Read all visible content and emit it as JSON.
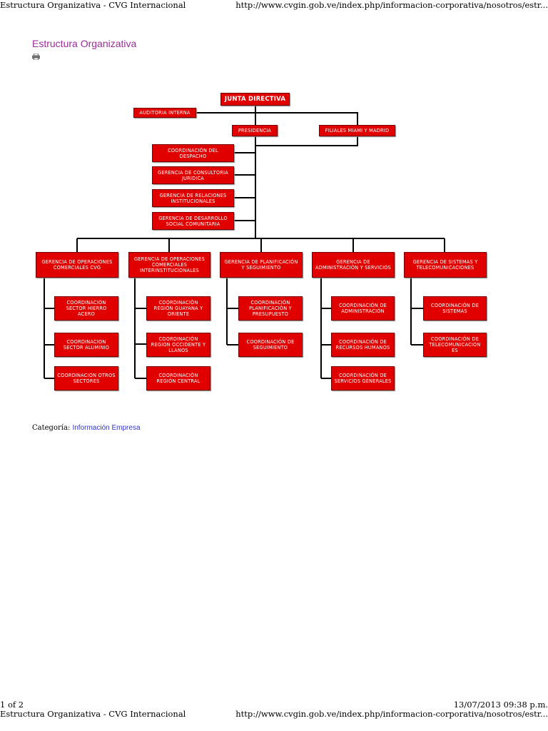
{
  "browser_header": {
    "title": "Estructura Organizativa - CVG Internacional",
    "url": "http://www.cvgin.gob.ve/index.php/informacion-corporativa/nosotros/estr..."
  },
  "browser_footer": {
    "page": "1 of 2",
    "datetime": "13/07/2013 09:38 p.m."
  },
  "page": {
    "title": "Estructura Organizativa",
    "print_icon": "printer-icon",
    "category_label": "Categoría:",
    "category_link": "Información Empresa"
  },
  "org_chart": {
    "top": {
      "junta": "JUNTA DIRECTIVA",
      "auditoria": "AUDITORIA INTERNA",
      "presidencia": "PRESIDENCIA",
      "filiales": "FILIALES MIAMI Y MADRID"
    },
    "staff": [
      "COORDINACIÓN DEL DESPACHO",
      "GERENCIA DE CONSULTORIA JURIDICA",
      "GERENCIA DE RELACIONES INSTITUCIONALES",
      "GERENCIA DE DESARROLLO SOCIAL COMUNITARIA"
    ],
    "gerencias": [
      {
        "name": "GERENCIA DE OPERACIONES COMERCIALES CVG",
        "coords": [
          "COORDINACION SECTOR HIERRO ACERO",
          "COORDINACION SECTOR ALUMINIO",
          "COORDINACION OTROS SECTORES"
        ]
      },
      {
        "name": "GERENCIA DE OPERACIONES COMERCIALES INTERINSTITUCIONALES",
        "coords": [
          "COORDINACIÓN REGIÓN GUAYANA Y ORIENTE",
          "COORDINACIÓN REGION OCCIDENTE Y LLANOS",
          "COORDINACIÓN REGIÓN CENTRAL"
        ]
      },
      {
        "name": "GERENCIA DE PLANIFICACIÓN Y SEGUIMIENTO",
        "coords": [
          "COORDINACIÓN PLANIFICACIÓN Y PRESUPUESTO",
          "COORDINACIÓN DE SEGUIMIENTO"
        ]
      },
      {
        "name": "GERENCIA DE ADMINISTRACIÓN Y SERVICIOS",
        "coords": [
          "COORDINACIÓN DE ADMINISTRACIÓN",
          "COORDINACIÓN DE RECURSOS HUMANOS",
          "COORDINACIÓN DE SERVICIOS GENERALES"
        ]
      },
      {
        "name": "GERENCIA DE SISTEMAS Y TELECOMUNICACIONES",
        "coords": [
          "COORDINACIÓN DE SISTEMAS",
          "COORDINACIÓN DE TELECOMUNICACION ES"
        ]
      }
    ]
  }
}
